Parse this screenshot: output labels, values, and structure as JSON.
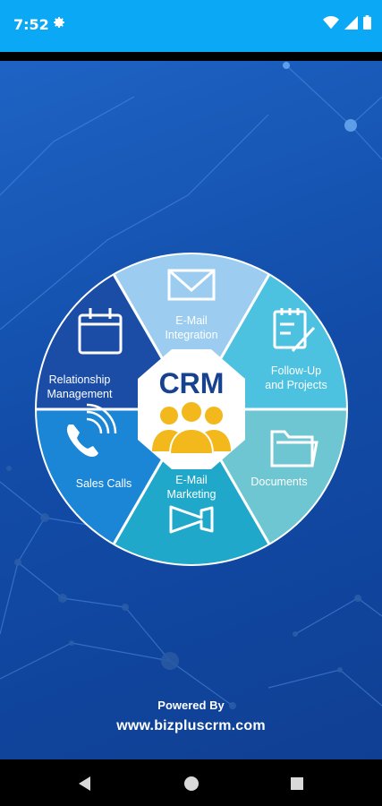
{
  "status_bar": {
    "time": "7:52",
    "icons": [
      "gear-icon",
      "wifi-icon",
      "signal-icon",
      "battery-icon"
    ],
    "color": "#0aa8f5"
  },
  "wheel": {
    "center_title": "CRM",
    "center_icon": "people-icon",
    "segments": [
      {
        "line1": "E-Mail",
        "line2": "Integration",
        "icon": "envelope-icon",
        "color": "#9ccdf0"
      },
      {
        "line1": "Follow-Up",
        "line2": "and Projects",
        "icon": "notepad-pencil-icon",
        "color": "#4cc1e0"
      },
      {
        "line1": "Documents",
        "line2": "",
        "icon": "folder-icon",
        "color": "#6dc6d1"
      },
      {
        "line1": "E-Mail",
        "line2": "Marketing",
        "icon": "megaphone-icon",
        "color": "#1fa8c9"
      },
      {
        "line1": "Sales Calls",
        "line2": "",
        "icon": "phone-icon",
        "color": "#1c86d6"
      },
      {
        "line1": "Relationship",
        "line2": "Management",
        "icon": "calendar-icon",
        "color": "#1b4da6"
      }
    ]
  },
  "footer": {
    "powered_by": "Powered By",
    "website": "www.bizpluscrm.com"
  },
  "nav_bar": {
    "icons": [
      "back-icon",
      "home-icon",
      "recents-icon"
    ]
  }
}
